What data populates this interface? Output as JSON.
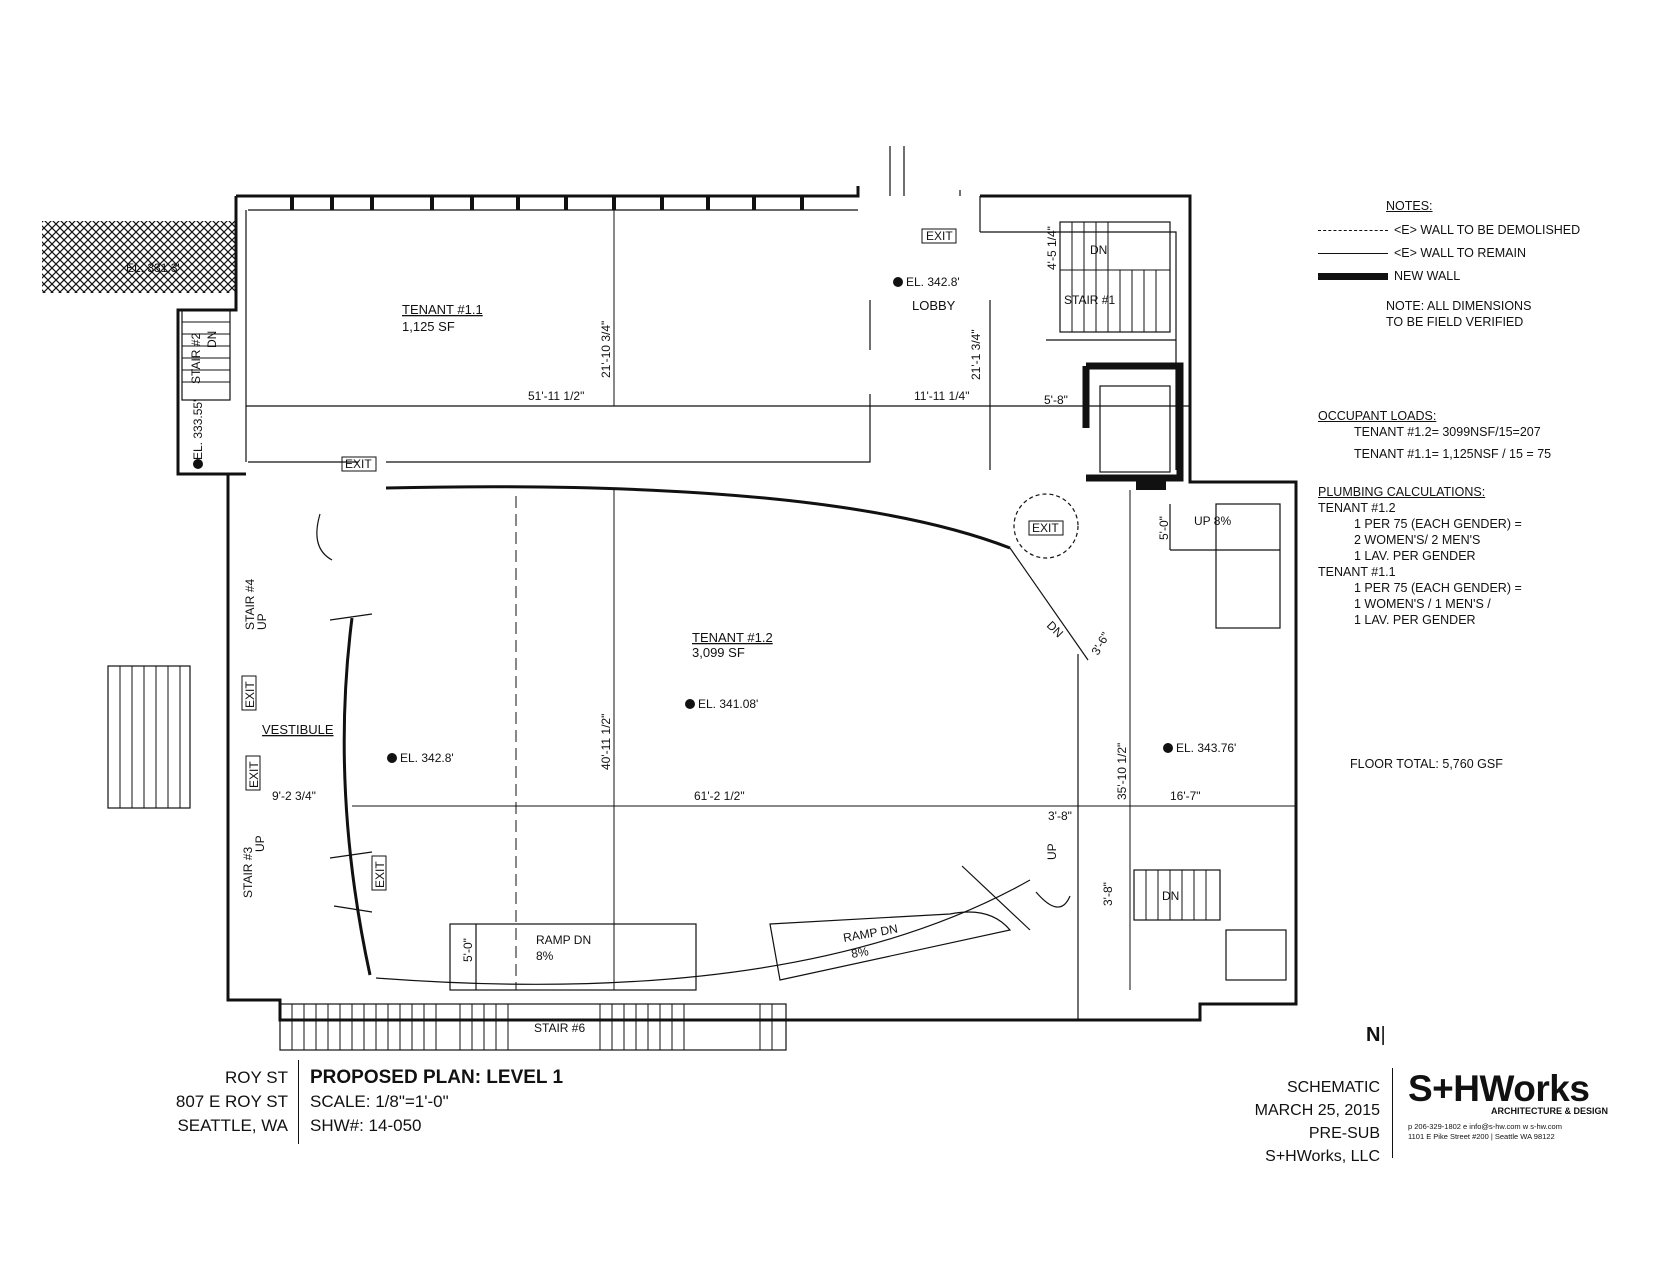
{
  "rooms": {
    "tenant11_name": "TENANT #1.1",
    "tenant11_area": "1,125 SF",
    "tenant12_name": "TENANT #1.2",
    "tenant12_area": "3,099 SF",
    "lobby": "LOBBY",
    "vestibule": "VESTIBULE",
    "stair1": "STAIR #1",
    "stair2": "STAIR #2",
    "stair3": "STAIR #3",
    "stair4": "STAIR #4",
    "stair6": "STAIR #6"
  },
  "elevations": {
    "lobby": "EL. 342.8'",
    "tenant12": "EL. 341.08'",
    "vestibule": "EL. 342.8'",
    "east": "EL. 343.76'",
    "stair2": "EL. 333.55'",
    "hatched": "EL. 331.3'"
  },
  "dimensions": {
    "d1": "51'-11 1/2\"",
    "d2": "21'-10 3/4\"",
    "d3": "11'-11 1/4\"",
    "d4": "21'-1 3/4\"",
    "d5": "4'-5 1/4\"",
    "d6": "5'-8\"",
    "d7": "5'-0\"",
    "d8": "3'-6\"",
    "d9": "40'-11 1/2\"",
    "d10": "61'-2 1/2\"",
    "d11": "9'-2 3/4\"",
    "d12": "35'-10 1/2\"",
    "d13": "16'-7\"",
    "d14": "3'-8\"",
    "d15": "3'-8\"",
    "d16": "5'-0\""
  },
  "labels": {
    "exit": "EXIT",
    "dn": "DN",
    "up": "UP",
    "up8": "UP 8%",
    "ramp1": "RAMP DN",
    "ramp1_slope": "8%",
    "ramp2": "RAMP DN",
    "ramp2_slope": "8%",
    "north": "N"
  },
  "notes": {
    "heading": "NOTES:",
    "legend": [
      "<E> WALL TO BE DEMOLISHED",
      "<E> WALL TO REMAIN",
      "NEW WALL"
    ],
    "note_line1": "NOTE: ALL DIMENSIONS",
    "note_line2": "TO BE FIELD VERIFIED",
    "occupant_heading": "OCCUPANT LOADS:",
    "occupant": [
      "TENANT #1.2= 3099NSF/15=207",
      "TENANT #1.1= 1,125NSF / 15 = 75"
    ],
    "plumbing_heading": "PLUMBING CALCULATIONS:",
    "plumbing_t12": "TENANT #1.2",
    "plumbing_t12_lines": [
      "1 PER 75 (EACH GENDER) =",
      "2 WOMEN'S/ 2 MEN'S",
      "1 LAV. PER GENDER"
    ],
    "plumbing_t11": "TENANT #1.1",
    "plumbing_t11_lines": [
      "1 PER 75 (EACH GENDER) =",
      "1 WOMEN'S / 1 MEN'S /",
      "1 LAV. PER GENDER"
    ],
    "floor_total": "FLOOR TOTAL: 5,760 GSF"
  },
  "title_block": {
    "project": "ROY ST",
    "address": "807 E ROY ST",
    "city": "SEATTLE, WA",
    "sheet_title": "PROPOSED PLAN: LEVEL 1",
    "scale": "SCALE: 1/8\"=1'-0\"",
    "job": "SHW#:  14-050",
    "phase": "SCHEMATIC",
    "date": "MARCH 25, 2015",
    "issue": "PRE-SUB",
    "firm": "S+HWorks, LLC"
  },
  "logo": {
    "mark": "S+HWorks",
    "tagline": "ARCHITECTURE & DESIGN",
    "contact1": "p 206-329-1802   e info@s-hw.com   w s-hw.com",
    "contact2": "1101 E Pike Street #200  |  Seattle WA 98122"
  }
}
